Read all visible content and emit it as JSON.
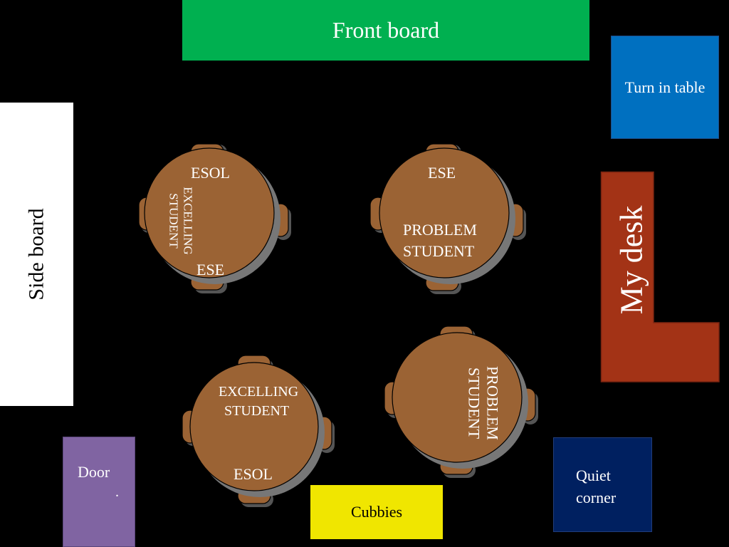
{
  "labels": {
    "front_board": "Front board",
    "turn_in_table": "Turn in table",
    "side_board": "Side board",
    "my_desk": "My desk",
    "door": "Door",
    "door_mark": ".",
    "cubbies": "Cubbies",
    "quiet_corner_line1": "Quiet",
    "quiet_corner_line2": "corner"
  },
  "tables": [
    {
      "top_label": "ESOL",
      "side_label_line1": "EXCELLING",
      "side_label_line2": "STUDENT",
      "bottom_label": "ESE"
    },
    {
      "top_label": "ESE",
      "center_line1": "PROBLEM",
      "center_line2": "STUDENT"
    },
    {
      "center_line1": "EXCELLING",
      "center_line2": "STUDENT",
      "bottom_label": "ESOL"
    },
    {
      "side_label_line1": "PROBLEM",
      "side_label_line2": "STUDENT"
    }
  ],
  "colors": {
    "background": "#000000",
    "front_board": "#00b050",
    "turn_in_table": "#0070c0",
    "side_board": "#ffffff",
    "my_desk": "#a33316",
    "door": "#8064a2",
    "cubbies": "#f0e600",
    "quiet_corner": "#002060",
    "table": "#9b6334"
  }
}
